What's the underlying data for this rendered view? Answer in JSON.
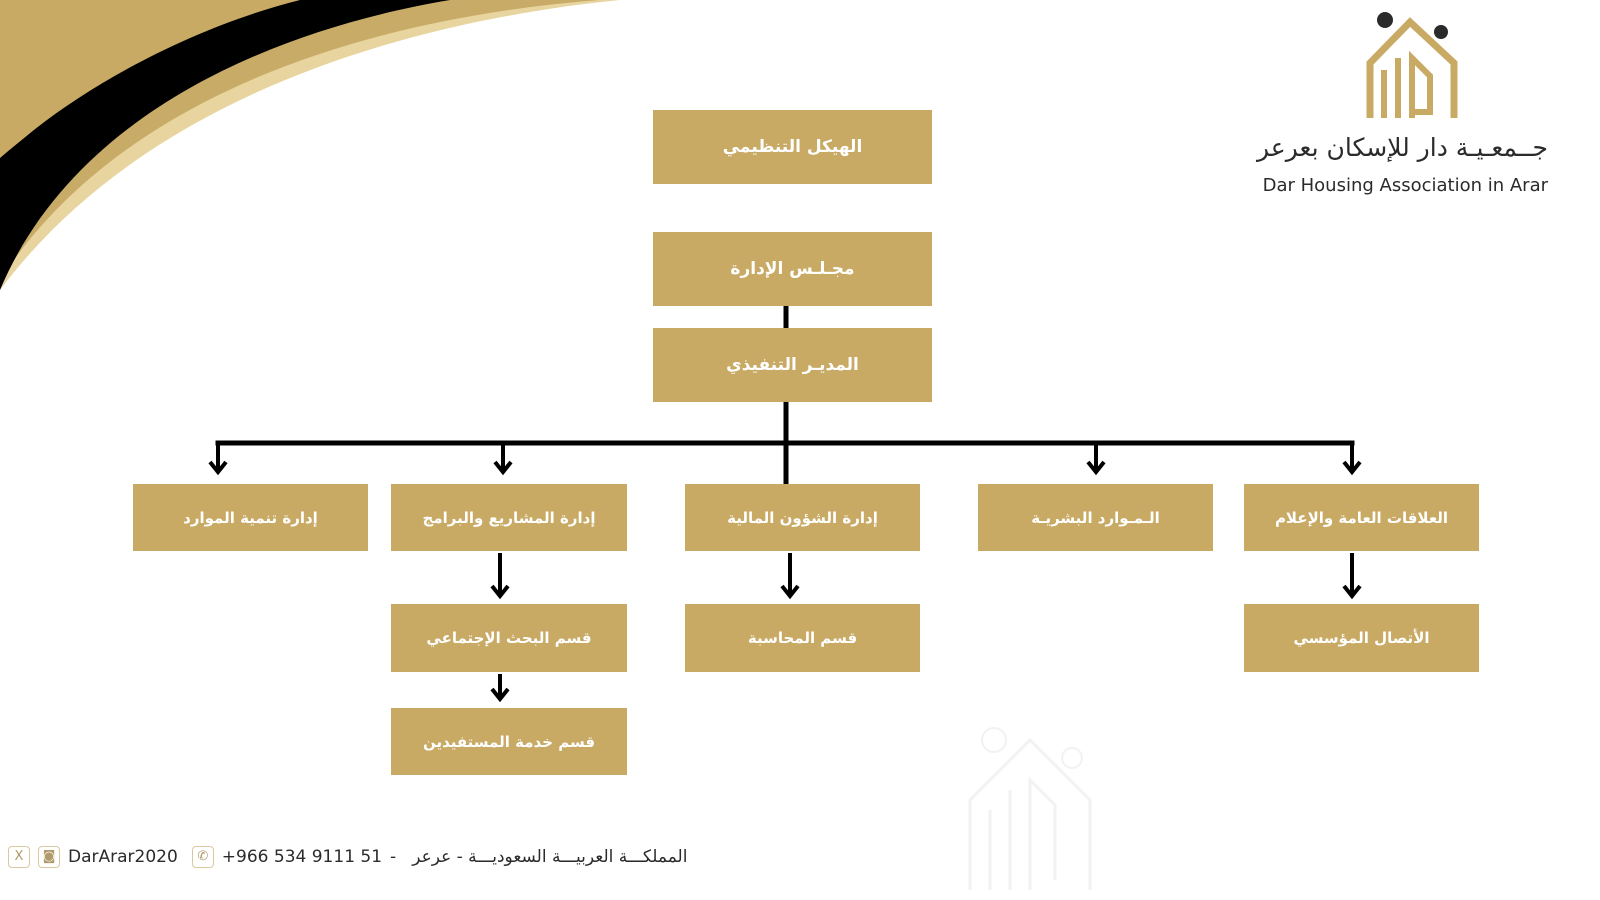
{
  "colors": {
    "box": "#c8aa64",
    "line": "#000000",
    "text": "#ffffff"
  },
  "logo": {
    "arabic": "جــمعـيـة دار للإسكان بعرعر",
    "english": "Dar Housing Association in Arar"
  },
  "chart": {
    "title": "الهيكل التنظيمي",
    "board": "مجـلـس الإدارة",
    "executive": "المديـر التنفيذي",
    "departments": [
      {
        "label": "العلاقات العامة والإعلام",
        "children": [
          "الأتصال المؤسسي"
        ]
      },
      {
        "label": "الـمـوارد البشريـة",
        "children": []
      },
      {
        "label": "إدارة الشؤون المالية",
        "children": [
          "قسم المحاسبة"
        ]
      },
      {
        "label": "إدارة المشاريع والبرامج",
        "children": [
          "قسم البحث الإجتماعي",
          "قسم خدمة المستفيدين"
        ]
      },
      {
        "label": "إدارة تنمية الموارد",
        "children": []
      }
    ]
  },
  "footer": {
    "x_icon": "x-icon",
    "instagram_icon": "instagram-icon",
    "handle": "DarArar2020",
    "phone_icon": "phone-icon",
    "phone": "+966 534 9111 51",
    "separator": "-",
    "address": "المملكـــة العربيـــة السعوديـــة - عرعر"
  }
}
